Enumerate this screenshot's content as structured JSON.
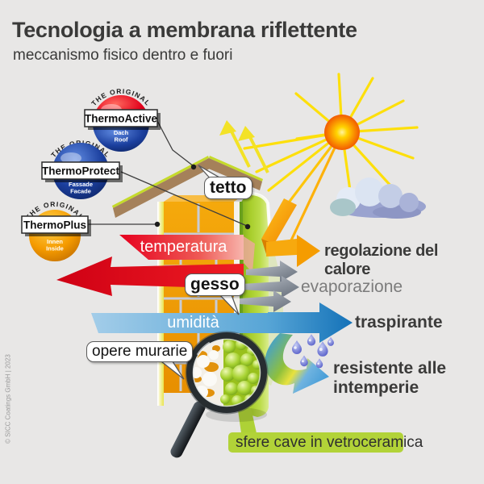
{
  "header": {
    "title": "Tecnologia a membrana riflettente",
    "subtitle": "meccanismo fisico dentro e fuori"
  },
  "products": [
    {
      "tagline": "THE ORIGINAL",
      "name": "ThermoActive",
      "area_line1": "Dach",
      "area_line2": "Roof"
    },
    {
      "tagline": "THE ORIGINAL",
      "name": "ThermoProtect",
      "area_line1": "Fassade",
      "area_line2": "Facade"
    },
    {
      "tagline": "THE ORIGINAL",
      "name": "ThermoPlus",
      "area_line1": "Innen",
      "area_line2": "Inside"
    }
  ],
  "callouts": {
    "roof": "tetto",
    "plaster": "gesso",
    "masonry": "opere murarie"
  },
  "flows": {
    "temperature": "temperatura",
    "humidity": "umidità"
  },
  "benefits": {
    "heat_regulation": "regolazione del calore",
    "evaporation": "evaporazione",
    "breathable": "traspirante",
    "weather_resistant_line1": "resistente alle",
    "weather_resistant_line2": "intemperie"
  },
  "lens": {
    "label": "sfere cave in vetroceramica"
  },
  "copyright": "© SICC Coatings GmbH | 2023",
  "colors": {
    "background": "#e8e7e6",
    "heat_red": "#e2001a",
    "moisture_blue": "#2e86c8",
    "regulation_orange": "#f59c00",
    "membrane_lime": "#b2d338",
    "evaporation_gray": "#8a9099",
    "sun_orange": "#f25a00",
    "roof_brown": "#a5815a"
  }
}
